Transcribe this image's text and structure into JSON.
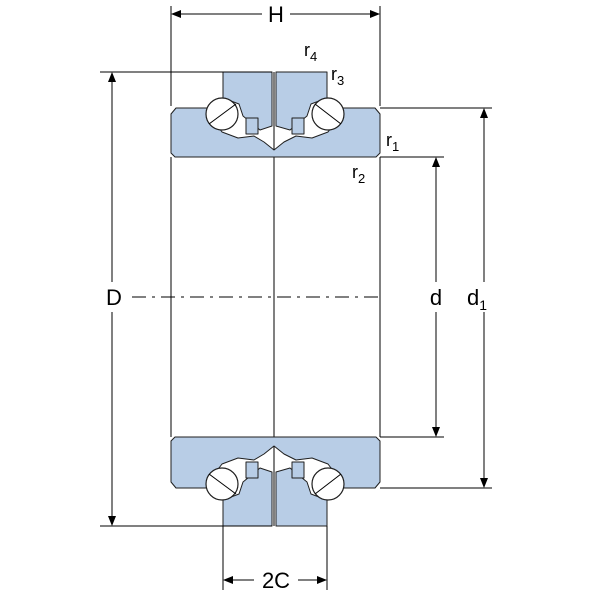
{
  "colors": {
    "ring_fill": "#b8cde6",
    "ring_stroke": "#1f1f1f",
    "ball_fill": "#ffffff",
    "background": "#ffffff",
    "line": "#000000"
  },
  "labels": {
    "H": "H",
    "D": "D",
    "d": "d",
    "d1_main": "d",
    "d1_sub": "1",
    "twoC": "2C",
    "r1_main": "r",
    "r1_sub": "1",
    "r2_main": "r",
    "r2_sub": "2",
    "r3_main": "r",
    "r3_sub": "3",
    "r4_main": "r",
    "r4_sub": "4"
  }
}
